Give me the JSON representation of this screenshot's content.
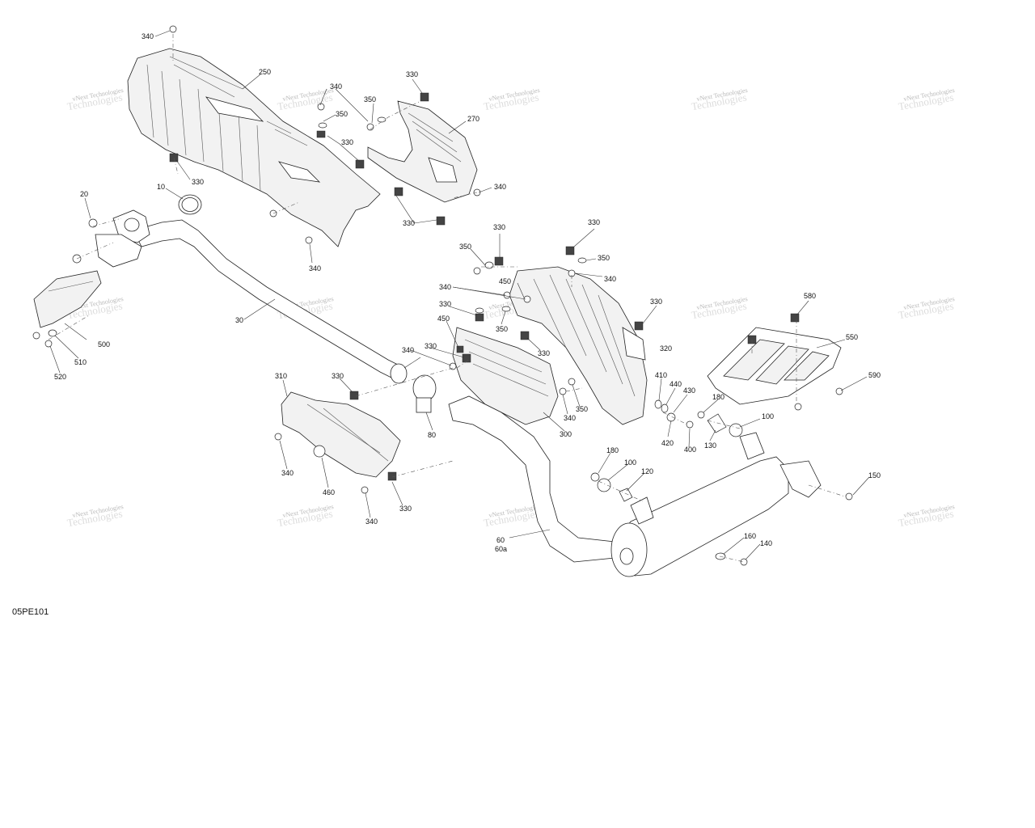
{
  "diagram_code": "05PE101",
  "watermark": {
    "line1": "vNext Technologies",
    "line2": "Technologies"
  },
  "callouts": [
    {
      "id": "c340a",
      "text": "340"
    },
    {
      "id": "c250",
      "text": "250"
    },
    {
      "id": "c340b",
      "text": "340"
    },
    {
      "id": "c350a",
      "text": "350"
    },
    {
      "id": "c330a",
      "text": "330"
    },
    {
      "id": "c350b",
      "text": "350"
    },
    {
      "id": "c270",
      "text": "270"
    },
    {
      "id": "c330b",
      "text": "330"
    },
    {
      "id": "c330c",
      "text": "330"
    },
    {
      "id": "c340c",
      "text": "340"
    },
    {
      "id": "c330d",
      "text": "330"
    },
    {
      "id": "c20",
      "text": "20"
    },
    {
      "id": "c10",
      "text": "10"
    },
    {
      "id": "c340d",
      "text": "340"
    },
    {
      "id": "c30",
      "text": "30"
    },
    {
      "id": "c500",
      "text": "500"
    },
    {
      "id": "c510",
      "text": "510"
    },
    {
      "id": "c520",
      "text": "520"
    },
    {
      "id": "c330e",
      "text": "330"
    },
    {
      "id": "c330f",
      "text": "330"
    },
    {
      "id": "c350c",
      "text": "350"
    },
    {
      "id": "c350d",
      "text": "350"
    },
    {
      "id": "c340e",
      "text": "340"
    },
    {
      "id": "c340f",
      "text": "340"
    },
    {
      "id": "c450a",
      "text": "450"
    },
    {
      "id": "c330g",
      "text": "330"
    },
    {
      "id": "c350e",
      "text": "350"
    },
    {
      "id": "c450b",
      "text": "450"
    },
    {
      "id": "c330h",
      "text": "330"
    },
    {
      "id": "c330i",
      "text": "330"
    },
    {
      "id": "c340g",
      "text": "340"
    },
    {
      "id": "c330j",
      "text": "330"
    },
    {
      "id": "c320",
      "text": "320"
    },
    {
      "id": "c580",
      "text": "580"
    },
    {
      "id": "c550",
      "text": "550"
    },
    {
      "id": "c590",
      "text": "590"
    },
    {
      "id": "c310",
      "text": "310"
    },
    {
      "id": "c330k",
      "text": "330"
    },
    {
      "id": "c80",
      "text": "80"
    },
    {
      "id": "c350f",
      "text": "350"
    },
    {
      "id": "c340h",
      "text": "340"
    },
    {
      "id": "c300",
      "text": "300"
    },
    {
      "id": "c410",
      "text": "410"
    },
    {
      "id": "c440",
      "text": "440"
    },
    {
      "id": "c430",
      "text": "430"
    },
    {
      "id": "c180a",
      "text": "180"
    },
    {
      "id": "c100a",
      "text": "100"
    },
    {
      "id": "c420",
      "text": "420"
    },
    {
      "id": "c400",
      "text": "400"
    },
    {
      "id": "c130",
      "text": "130"
    },
    {
      "id": "c340i",
      "text": "340"
    },
    {
      "id": "c460",
      "text": "460"
    },
    {
      "id": "c340j",
      "text": "340"
    },
    {
      "id": "c330l",
      "text": "330"
    },
    {
      "id": "c180b",
      "text": "180"
    },
    {
      "id": "c100b",
      "text": "100"
    },
    {
      "id": "c120",
      "text": "120"
    },
    {
      "id": "c150",
      "text": "150"
    },
    {
      "id": "c60",
      "text": "60"
    },
    {
      "id": "c60a",
      "text": "60a"
    },
    {
      "id": "c160",
      "text": "160"
    },
    {
      "id": "c140",
      "text": "140"
    }
  ]
}
